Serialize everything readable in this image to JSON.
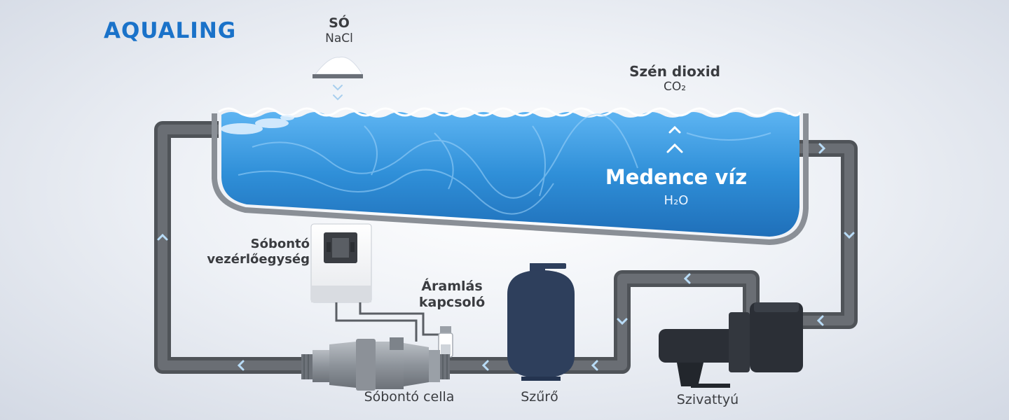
{
  "brand": {
    "logo_text": "AQUALING",
    "color": "#1a72c9"
  },
  "labels": {
    "salt": {
      "title": "SÓ",
      "formula": "NaCl"
    },
    "co2": {
      "title": "Szén dioxid",
      "formula": "CO₂"
    },
    "pool": {
      "title": "Medence víz",
      "formula": "H₂O"
    },
    "controller": {
      "line1": "Sóbontó",
      "line2": "vezérlőegység"
    },
    "flow_switch": {
      "line1": "Áramlás",
      "line2": "kapcsoló"
    },
    "cell": "Sóbontó cella",
    "filter": "Szűrő",
    "pump": "Szivattyú"
  },
  "icons": [
    "chevron-up-icon",
    "chevron-left-icon",
    "chevron-right-icon",
    "chevron-down-icon"
  ],
  "colors": {
    "water": "#2f8fd8",
    "pipe": "#54585d",
    "equipment": "#2e3f5c",
    "pump": "#2b2f36"
  }
}
